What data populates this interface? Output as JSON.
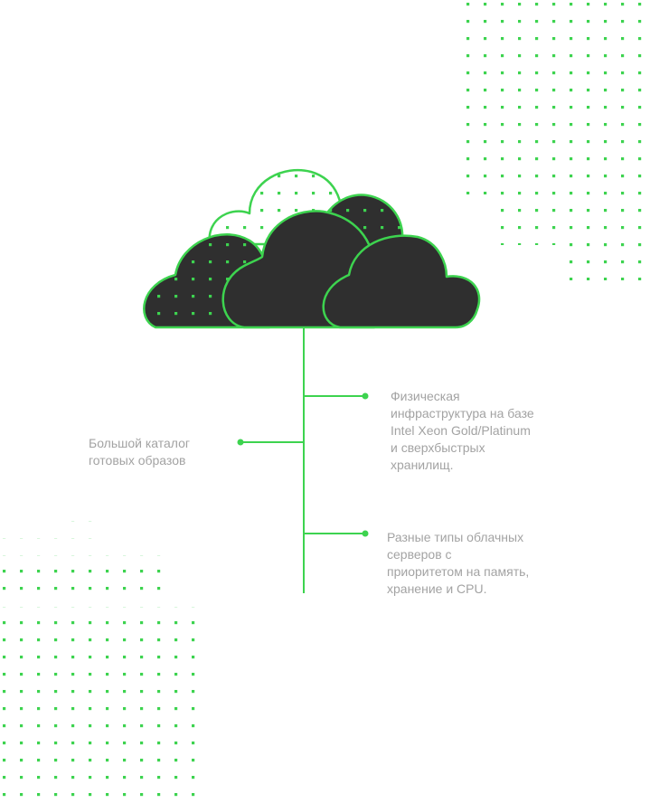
{
  "colors": {
    "accent": "#3dd34f",
    "cloud_dark": "#2f2f2f",
    "cloud_light": "#ffffff",
    "text": "#a3a3a3"
  },
  "icons": {
    "hero": "cloud-cluster-icon",
    "bullet": "dot-marker-icon",
    "decoration": "dot-grid-pattern"
  },
  "features": {
    "catalog": "Большой каталог\nготовых образов",
    "infrastructure": "Физическая\nинфраструктура на базе\nIntel Xeon Gold/Platinum\nи сверхбыстрых\nхранилищ.",
    "server_types": "Разные типы  облачных\nсерверов с\nприоритетом на память,\nхранение и CPU."
  }
}
